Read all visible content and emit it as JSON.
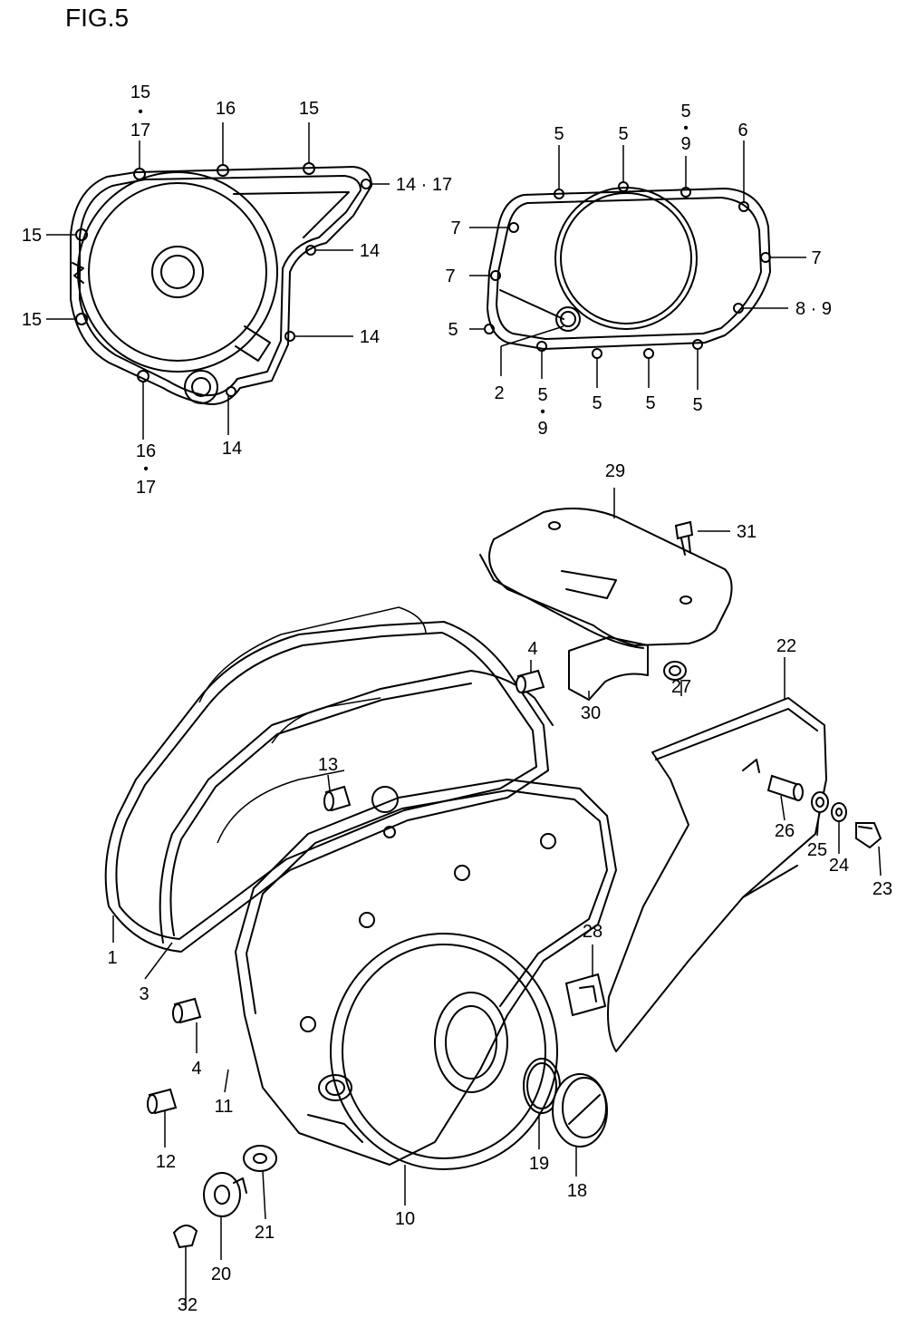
{
  "figure": {
    "title": "FIG.5"
  },
  "labels": {
    "gasket_left": {
      "p15_17_top": "15",
      "p15_17_dot": "•",
      "p15_17_bottom": "17",
      "p16_top": "16",
      "p15_top": "15",
      "p14_17": "14 · 17",
      "p15_left": "15",
      "p14_a": "14",
      "p15_left2": "15",
      "p14_b": "14",
      "p16_17_top": "16",
      "p16_17_dot": "•",
      "p16_17_bottom": "17",
      "p14_c": "14"
    },
    "gasket_right": {
      "p5_a": "5",
      "p5_b": "5",
      "p5_9_top": "5",
      "p5_9_dot": "•",
      "p5_9_bottom": "9",
      "p6": "6",
      "p7_a": "7",
      "p7_right": "7",
      "p7_b": "7",
      "p8_9": "8 · 9",
      "p5_left": "5",
      "p2": "2",
      "p5_9b_top": "5",
      "p5_9b_dot": "•",
      "p5_9b_bottom": "9",
      "p5_c": "5",
      "p5_d": "5",
      "p5_e": "5"
    },
    "parts": {
      "p29": "29",
      "p31": "31",
      "p4_top": "4",
      "p22": "22",
      "p27": "27",
      "p30": "30",
      "p13": "13",
      "p26": "26",
      "p25": "25",
      "p24": "24",
      "p23": "23",
      "p1": "1",
      "p3": "3",
      "p28": "28",
      "p4_bottom": "4",
      "p11": "11",
      "p12": "12",
      "p19": "19",
      "p18": "18",
      "p21": "21",
      "p10": "10",
      "p20": "20",
      "p32": "32"
    }
  }
}
